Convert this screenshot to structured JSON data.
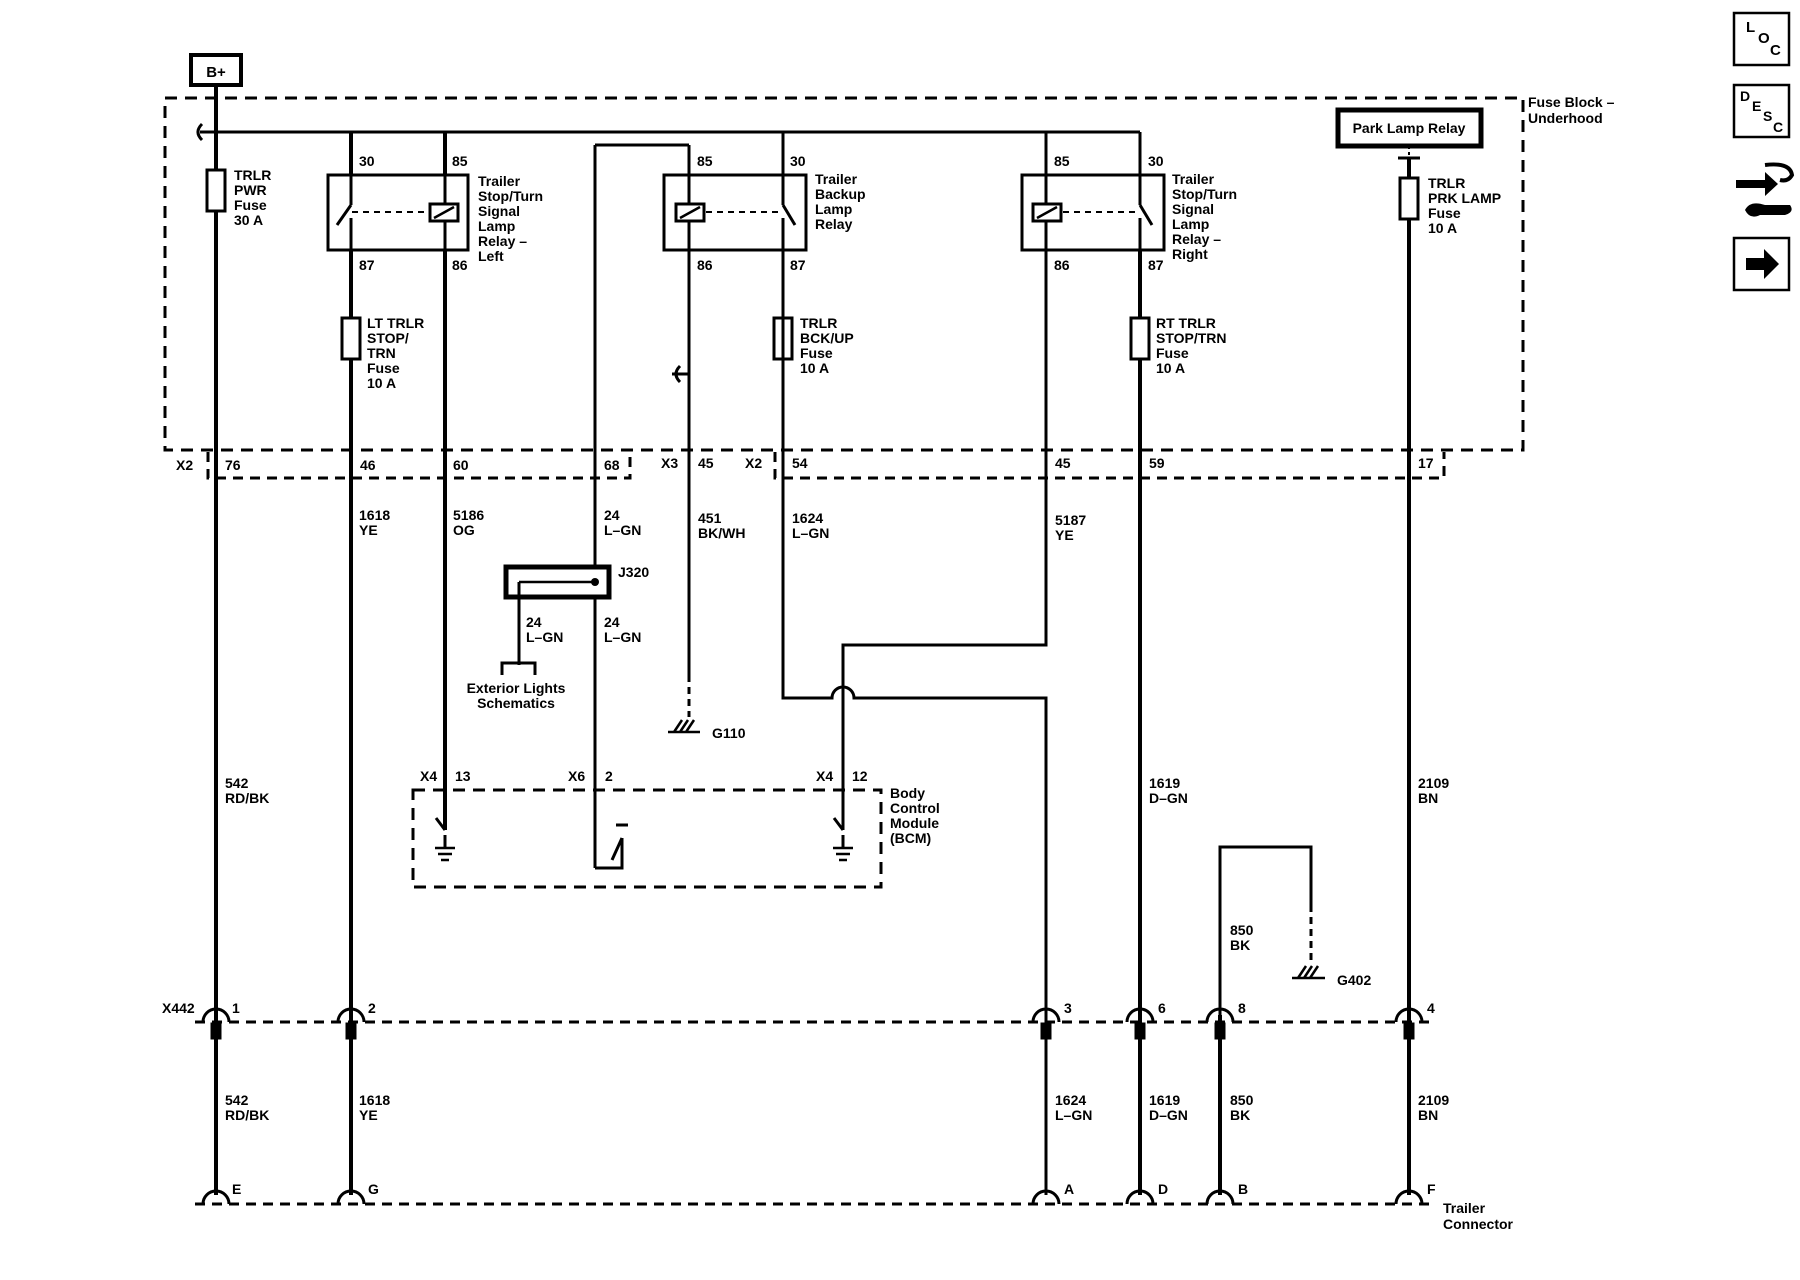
{
  "power": {
    "source": "B+"
  },
  "fuse_block": {
    "title": [
      "Fuse Block –",
      "Underhood"
    ],
    "park_lamp_relay": "Park Lamp Relay",
    "fuses": {
      "trlr_pwr": [
        "TRLR",
        "PWR",
        "Fuse",
        "30 A"
      ],
      "lt_trlr": [
        "LT TRLR",
        "STOP/",
        "TRN",
        "Fuse",
        "10 A"
      ],
      "trlr_bckup": [
        "TRLR",
        "BCK/UP",
        "Fuse",
        "10 A"
      ],
      "rt_trlr": [
        "RT TRLR",
        "STOP/TRN",
        "Fuse",
        "10 A"
      ],
      "trlr_prk": [
        "TRLR",
        "PRK LAMP",
        "Fuse",
        "10 A"
      ]
    },
    "relays": {
      "left": {
        "name": [
          "Trailer",
          "Stop/Turn",
          "Signal",
          "Lamp",
          "Relay –",
          "Left"
        ],
        "pins": {
          "p30": "30",
          "p85": "85",
          "p87": "87",
          "p86": "86"
        }
      },
      "backup": {
        "name": [
          "Trailer",
          "Backup",
          "Lamp",
          "Relay"
        ],
        "pins": {
          "p85": "85",
          "p30": "30",
          "p86": "86",
          "p87": "87"
        }
      },
      "right": {
        "name": [
          "Trailer",
          "Stop/Turn",
          "Signal",
          "Lamp",
          "Relay –",
          "Right"
        ],
        "pins": {
          "p85": "85",
          "p30": "30",
          "p86": "86",
          "p87": "87"
        }
      }
    }
  },
  "connectors": {
    "x2_left": "X2",
    "x3": "X3",
    "x2_mid": "X2",
    "pins_top": {
      "p76": "76",
      "p46": "46",
      "p60": "60",
      "p68": "68",
      "p45a": "45",
      "p54": "54",
      "p45b": "45",
      "p59": "59",
      "p17": "17"
    }
  },
  "wires_upper": {
    "w1618": [
      "1618",
      "YE"
    ],
    "w5186": [
      "5186",
      "OG"
    ],
    "w24a": [
      "24",
      "L–GN"
    ],
    "w451": [
      "451",
      "BK/WH"
    ],
    "w1624": [
      "1624",
      "L–GN"
    ],
    "w5187": [
      "5187",
      "YE"
    ],
    "w24b": [
      "24",
      "L–GN"
    ],
    "w24c": [
      "24",
      "L–GN"
    ]
  },
  "splice": {
    "name": "J320",
    "link": [
      "Exterior Lights",
      "Schematics"
    ]
  },
  "grounds": {
    "g110": "G110",
    "g402": "G402"
  },
  "bcm": {
    "name": [
      "Body",
      "Control",
      "Module",
      "(BCM)"
    ],
    "conn": {
      "x4a": "X4",
      "p13": "13",
      "x6": "X6",
      "p2": "2",
      "x4b": "X4",
      "p12": "12"
    }
  },
  "wires_mid": {
    "w542": [
      "542",
      "RD/BK"
    ],
    "w1619": [
      "1619",
      "D–GN"
    ],
    "w2109": [
      "2109",
      "BN"
    ],
    "w850": [
      "850",
      "BK"
    ]
  },
  "x442": {
    "name": "X442",
    "pins": {
      "p1": "1",
      "p2": "2",
      "p3": "3",
      "p6": "6",
      "p8": "8",
      "p4": "4"
    }
  },
  "wires_lower": {
    "w542": [
      "542",
      "RD/BK"
    ],
    "w1618": [
      "1618",
      "YE"
    ],
    "w1624": [
      "1624",
      "L–GN"
    ],
    "w1619": [
      "1619",
      "D–GN"
    ],
    "w850": [
      "850",
      "BK"
    ],
    "w2109": [
      "2109",
      "BN"
    ]
  },
  "trailer_connector": {
    "name": [
      "Trailer",
      "Connector"
    ],
    "pins": {
      "e": "E",
      "g": "G",
      "a": "A",
      "d": "D",
      "b": "B",
      "f": "F"
    }
  },
  "sidebar": {
    "loc": [
      "L",
      "O",
      "C"
    ],
    "desc": [
      "D",
      "E",
      "S",
      "C"
    ]
  }
}
